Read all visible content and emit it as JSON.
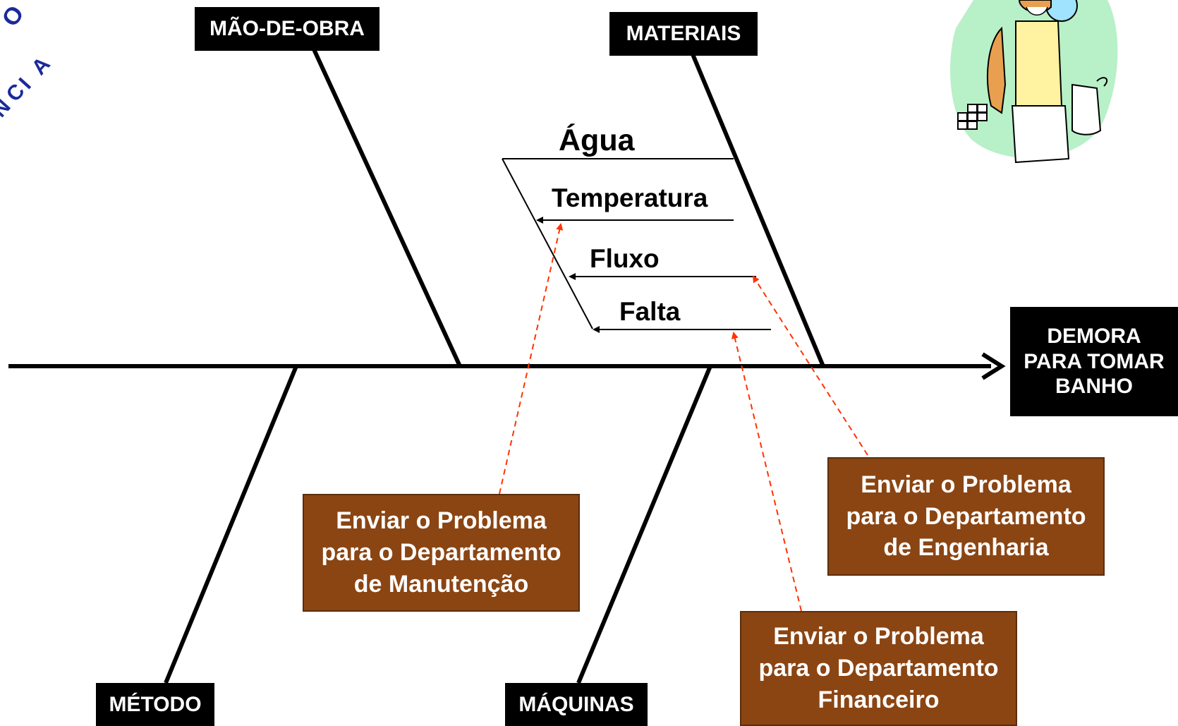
{
  "categories": {
    "mao_de_obra": "MÃO-DE-OBRA",
    "materiais": "MATERIAIS",
    "metodo": "MÉTODO",
    "maquinas": "MÁQUINAS"
  },
  "effect": {
    "line1": "DEMORA",
    "line2": "PARA TOMAR",
    "line3": "BANHO"
  },
  "causes": {
    "agua": "Água",
    "temperatura": "Temperatura",
    "fluxo": "Fluxo",
    "falta": "Falta"
  },
  "actions": {
    "manutencao": {
      "line1": "Enviar o Problema",
      "line2": "para o Departamento",
      "line3": "de Manutenção"
    },
    "engenharia": {
      "line1": "Enviar o Problema",
      "line2": "para o Departamento",
      "line3": "de Engenharia"
    },
    "financeiro": {
      "line1": "Enviar o Problema",
      "line2": "para o Departamento",
      "line3": "Financeiro"
    }
  },
  "colors": {
    "action_box": "#8B4513",
    "dashed_arrow": "#FF3300",
    "category_box": "#000000",
    "watermark": "#1a2a9a"
  },
  "icons": {
    "clipart": "man-shaving-icon"
  }
}
